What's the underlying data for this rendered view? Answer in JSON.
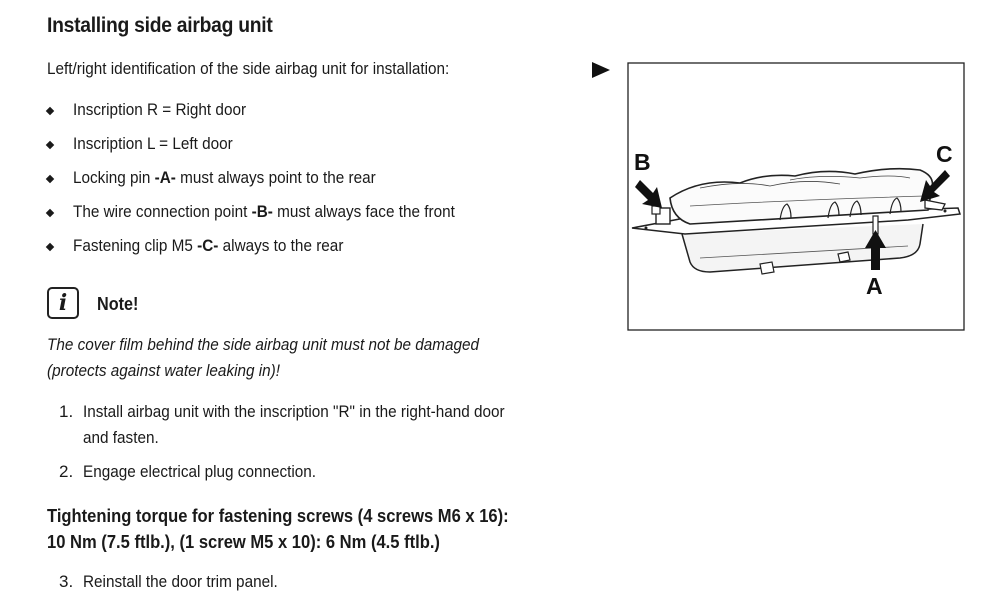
{
  "title": "Installing side airbag unit",
  "intro": "Left/right identification of the side airbag unit for installation:",
  "bullets": [
    {
      "plain": "Inscription R = Right door"
    },
    {
      "plain": "Inscription L = Left door"
    },
    {
      "before": "Locking pin ",
      "bold": "-A-",
      "after": " must always point to the rear"
    },
    {
      "before": "The wire connection point ",
      "bold": "-B-",
      "after": " must always face the front"
    },
    {
      "before": "Fastening clip M5 ",
      "bold": "-C-",
      "after": " always to the rear"
    }
  ],
  "note": {
    "icon": "i",
    "title": "Note!",
    "lines": [
      "The cover film behind the side airbag unit must not be damaged",
      "(protects against water leaking in)!"
    ]
  },
  "steps": [
    {
      "num": "1.",
      "lines": [
        "Install airbag unit with the inscription \"R\" in the right-hand door",
        "and fasten."
      ]
    },
    {
      "num": "2.",
      "lines": [
        "Engage electrical plug connection."
      ]
    }
  ],
  "torque": {
    "lines": [
      "Tightening torque for fastening screws (4 screws M6 x 16):",
      "10 Nm (7.5 ftlb.), (1 screw M5 x 10): 6 Nm (4.5 ftlb.)"
    ]
  },
  "step3": {
    "num": "3.",
    "text": "Reinstall the door trim panel."
  },
  "figure": {
    "labels": {
      "a": "A",
      "b": "B",
      "c": "C"
    }
  }
}
